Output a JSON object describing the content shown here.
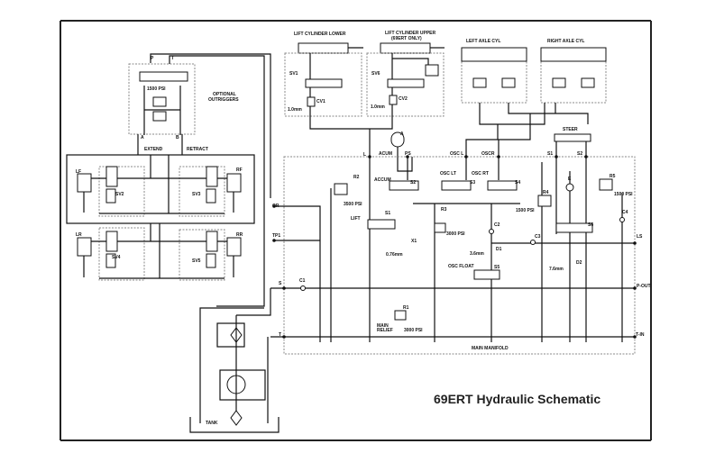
{
  "title": "69ERT Hydraulic Schematic",
  "outriggers": {
    "port_p": "P",
    "port_t": "T",
    "relief": "1500 PSI",
    "label_line1": "OPTIONAL",
    "label_line2": "OUTRIGGERS",
    "port_a": "A",
    "port_b": "B",
    "extend": "EXTEND",
    "retract": "RETRACT",
    "lf": "LF",
    "rf": "RF",
    "lr": "LR",
    "rr": "RR",
    "sv2": "SV2",
    "sv3": "SV3",
    "sv4": "SV4",
    "sv5": "SV5"
  },
  "lift": {
    "lower": "LIFT CYLINDER LOWER",
    "upper": "LIFT CYLINDER UPPER",
    "upper_note": "(69ERT ONLY)",
    "sv1": "SV1",
    "sv6": "SV6",
    "cv1": "CV1",
    "cv2": "CV2",
    "orifice1": "1.0mm",
    "orifice2": "1.0mm"
  },
  "axle": {
    "left": "LEFT AXLE CYL",
    "right": "RIGHT AXLE CYL",
    "steer": "STEER"
  },
  "manifold": {
    "accum_a": "A",
    "l": "L",
    "acum": "ACUM",
    "ps": "PS",
    "oscl": "OSC L",
    "oscr": "OSCR",
    "s1_port": "S1",
    "s2_port": "S2",
    "r2": "R2",
    "r2_psi": "3500 PSI",
    "accum": "ACCUM",
    "s2": "S2",
    "osc_lt": "OSC LT",
    "osc_rt": "OSC RT",
    "s3": "S3",
    "s4": "S4",
    "e": "E",
    "r5": "R5",
    "r5_psi": "1500 PSI",
    "r4": "R4",
    "r4_psi": "1500 PSI",
    "lift": "LIFT",
    "s1": "S1",
    "r3": "R3",
    "r3_psi": "3000 PSI",
    "x1": "X1",
    "x1_size": "0.76mm",
    "c2": "C2",
    "c3": "C3",
    "c4": "C4",
    "ls": "LS",
    "s6": "S6",
    "d1": "D1",
    "d1_size": "3.6mm",
    "d2": "D2",
    "d2_size": "7.6mm",
    "osc_float": "OSC FLOAT",
    "s5": "S5",
    "p_out": "P-OUT",
    "r1": "R1",
    "main_relief_1": "MAIN",
    "main_relief_2": "RELIEF",
    "r1_psi": "3000 PSI",
    "t_in": "T-IN",
    "name": "MAIN MANIFOLD"
  },
  "supply": {
    "or": "OR",
    "tp1": "TP1",
    "s": "S",
    "c1": "C1",
    "t": "T",
    "tank": "TANK"
  }
}
